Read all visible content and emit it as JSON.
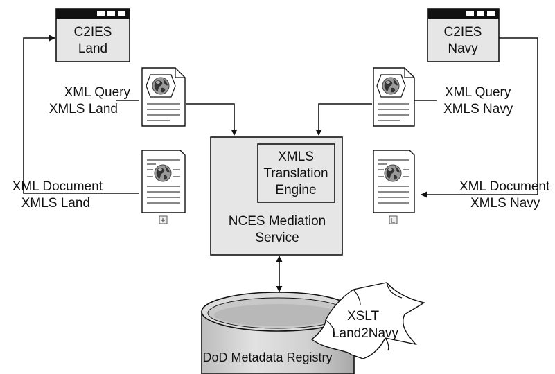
{
  "windows": {
    "land": {
      "line1": "C2IES",
      "line2": "Land"
    },
    "navy": {
      "line1": "C2IES",
      "line2": "Navy"
    }
  },
  "labels": {
    "query_land": {
      "line1": "XML Query",
      "line2": "XMLS Land"
    },
    "query_navy": {
      "line1": "XML Query",
      "line2": "XMLS Navy"
    },
    "doc_land": {
      "line1": "XML Document",
      "line2": "XMLS Land"
    },
    "doc_navy": {
      "line1": "XML Document",
      "line2": "XMLS Navy"
    }
  },
  "mediation": {
    "engine_line1": "XMLS",
    "engine_line2": "Translation",
    "engine_line3": "Engine",
    "service_line1": "NCES Mediation",
    "service_line2": "Service"
  },
  "registry": {
    "label": "DoD Metadata Registry"
  },
  "xslt": {
    "line1": "XSLT",
    "line2": "Land2Navy"
  },
  "colors": {
    "box_fill": "#e6e6e6",
    "ink": "#111111",
    "titlebar": "#111111"
  },
  "icons": [
    "window-icon",
    "globe-document-icon",
    "database-cylinder-icon",
    "scroll-document-icon",
    "arrow-icon"
  ]
}
